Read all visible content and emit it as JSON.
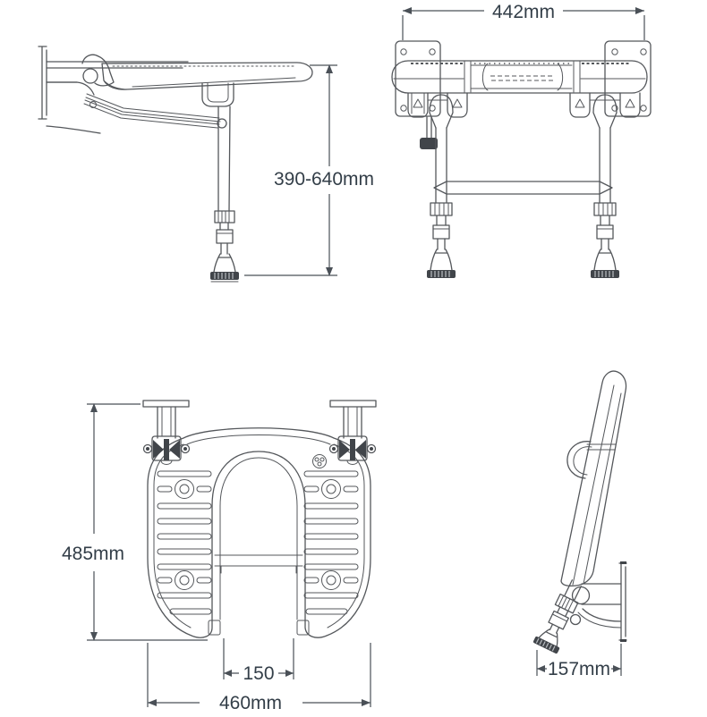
{
  "drawing": {
    "title": "Wall-mounted fold-up shower seat with drop-down legs - dimensioned technical drawing",
    "colors": {
      "background": "#ffffff",
      "drawing_line": "#54575b",
      "dimension_line": "#4a5057",
      "dimension_text": "#333e48"
    },
    "views": {
      "side_extended": {
        "name": "Side view, seat down with leg extended",
        "dim_height_range": "390-640mm"
      },
      "front": {
        "name": "Front view, seat down",
        "dim_overall_width": "442mm"
      },
      "plan": {
        "name": "Plan view from above (horseshoe seat)",
        "dim_depth": "485mm",
        "dim_center_gap": "150",
        "dim_overall_width": "460mm"
      },
      "side_folded": {
        "name": "Side view, seat folded up against wall",
        "dim_wall_depth": "157mm"
      }
    }
  }
}
